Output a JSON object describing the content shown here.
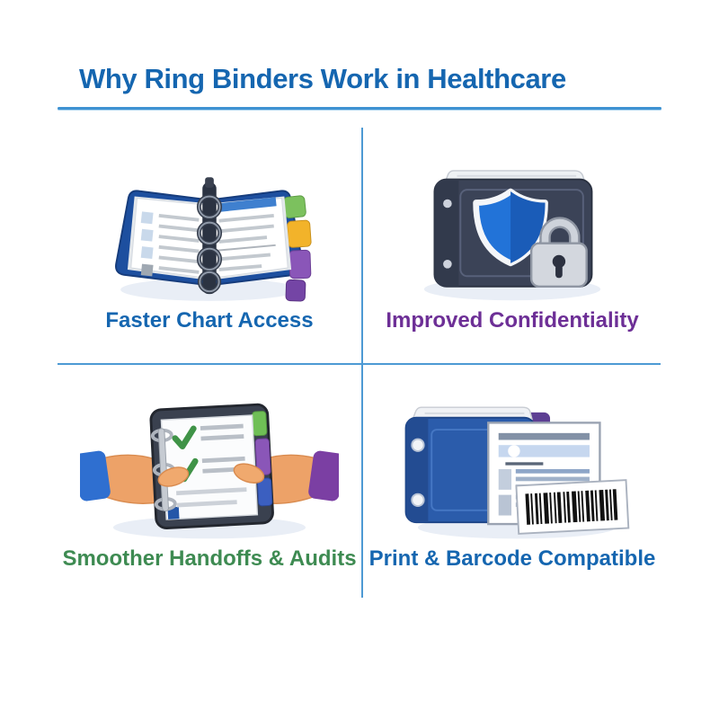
{
  "page": {
    "title": "Why Ring Binders Work in Healthcare",
    "title_color": "#1566b0",
    "background_color": "#ffffff",
    "rule_color": "#3e92d2",
    "divider_color": "#4d9ad4"
  },
  "quadrants": [
    {
      "id": "faster-chart-access",
      "label": "Faster Chart Access",
      "label_color": "#1566b0",
      "icon": "open-ring-binder-icon",
      "icon_colors": {
        "cover": "#1d4f9f",
        "tabs": [
          "#7cc15e",
          "#f2b32a",
          "#8a56b8",
          "#7445a5"
        ]
      }
    },
    {
      "id": "improved-confidentiality",
      "label": "Improved Confidentiality",
      "label_color": "#6d2f96",
      "icon": "binder-shield-lock-icon",
      "icon_colors": {
        "binder": "#3b4357",
        "shield": "#2273d8",
        "lock": "#d3d7de"
      }
    },
    {
      "id": "smoother-handoffs-audits",
      "label": "Smoother Handoffs & Audits",
      "label_color": "#3e8b52",
      "icon": "hands-binder-checklist-icon",
      "icon_colors": {
        "binder": "#3a414f",
        "checkmarks": "#3f9347",
        "left_cuff": "#2f6fd0",
        "right_cuff": "#7b3fa3"
      }
    },
    {
      "id": "print-barcode-compatible",
      "label": "Print & Barcode Compatible",
      "label_color": "#1566b0",
      "icon": "binder-document-barcode-icon",
      "icon_colors": {
        "binder": "#2b5cab",
        "document": "#ffffff",
        "barcode": "#111111"
      }
    }
  ]
}
